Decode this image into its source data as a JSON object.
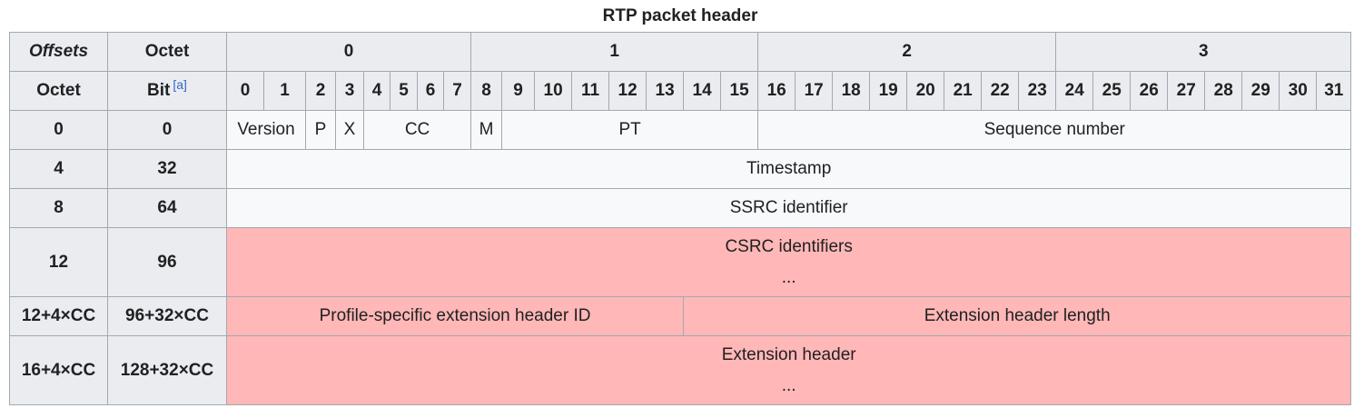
{
  "caption": "RTP packet header",
  "header": {
    "offsets": "Offsets",
    "octet_col": "Octet",
    "octet_label": "Octet",
    "bit_label": "Bit",
    "bit_note": "[a]",
    "octets": [
      "0",
      "1",
      "2",
      "3"
    ],
    "bits": [
      "0",
      "1",
      "2",
      "3",
      "4",
      "5",
      "6",
      "7",
      "8",
      "9",
      "10",
      "11",
      "12",
      "13",
      "14",
      "15",
      "16",
      "17",
      "18",
      "19",
      "20",
      "21",
      "22",
      "23",
      "24",
      "25",
      "26",
      "27",
      "28",
      "29",
      "30",
      "31"
    ]
  },
  "rows": {
    "r0": {
      "octet": "0",
      "bit": "0",
      "version": "Version",
      "p": "P",
      "x": "X",
      "cc": "CC",
      "m": "M",
      "pt": "PT",
      "seq": "Sequence number"
    },
    "r4": {
      "octet": "4",
      "bit": "32",
      "field": "Timestamp"
    },
    "r8": {
      "octet": "8",
      "bit": "64",
      "field": "SSRC identifier"
    },
    "r12": {
      "octet": "12",
      "bit": "96",
      "field": "CSRC identifiers",
      "more": "..."
    },
    "r12cc": {
      "octet": "12+4×CC",
      "bit": "96+32×CC",
      "field_a": "Profile-specific extension header ID",
      "field_b": "Extension header length"
    },
    "r16cc": {
      "octet": "16+4×CC",
      "bit": "128+32×CC",
      "field": "Extension header",
      "more": "..."
    }
  },
  "colors": {
    "header_bg": "#eaecf0",
    "cell_bg": "#f8f9fa",
    "optional_bg": "#ffb7b7",
    "border": "#a2a9b1",
    "link": "#3366cc"
  }
}
